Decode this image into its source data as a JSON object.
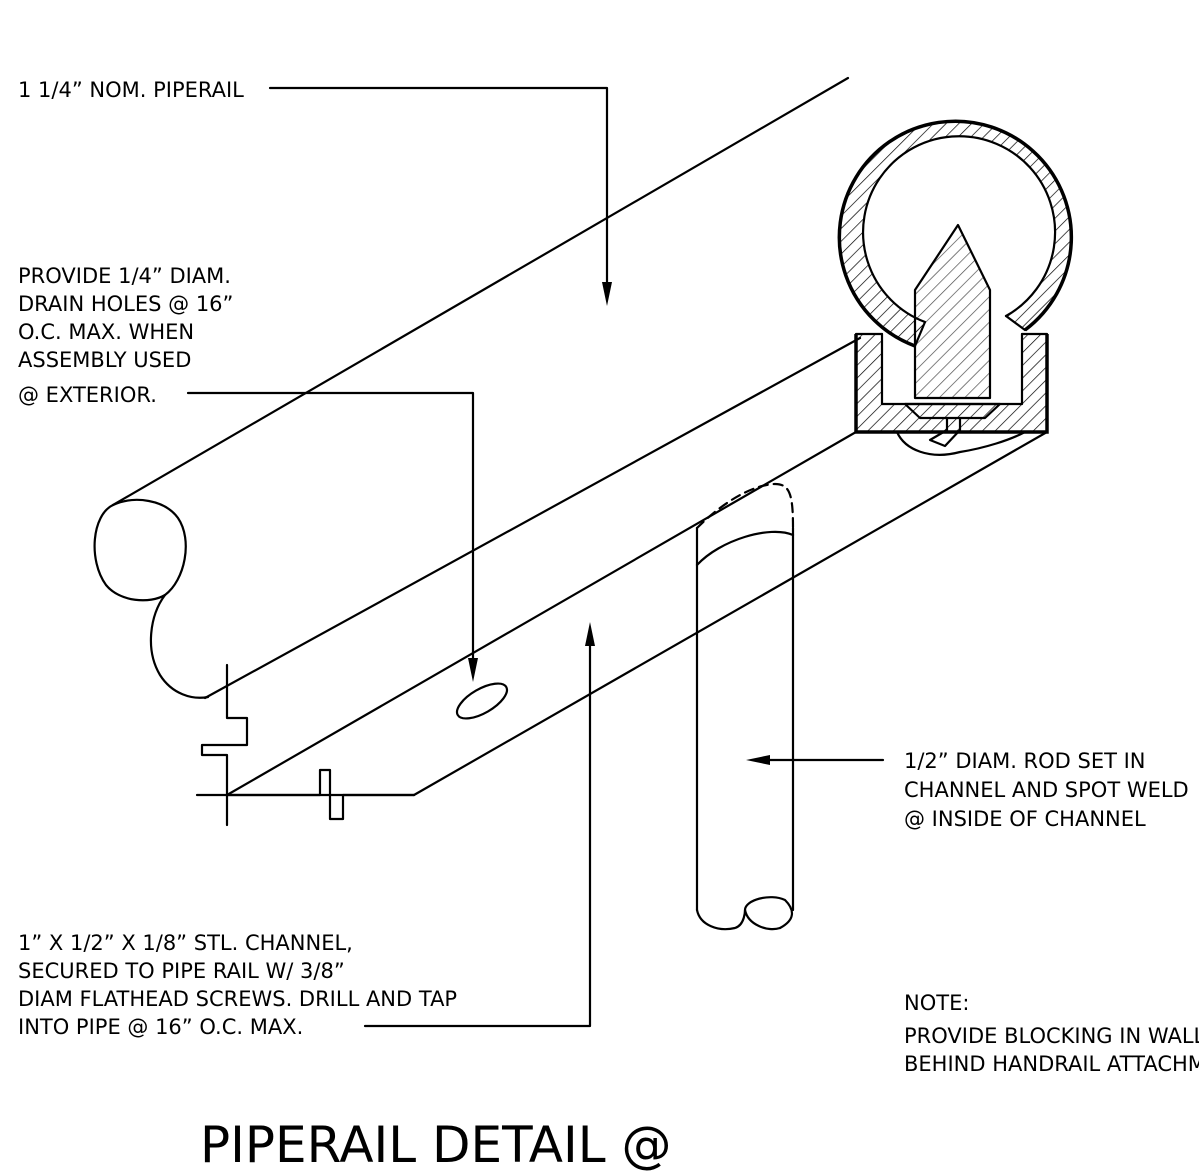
{
  "drawing": {
    "title": "PIPERAIL DETAIL @",
    "callouts": {
      "piperail": "1 1/4” NOM. PIPERAIL",
      "drain": [
        "PROVIDE 1/4” DIAM.",
        "DRAIN HOLES @ 16”",
        "O.C. MAX. WHEN",
        "ASSEMBLY USED",
        "@ EXTERIOR."
      ],
      "rod": [
        "1/2” DIAM. ROD SET IN",
        "CHANNEL AND SPOT WELD",
        "@ INSIDE OF CHANNEL"
      ],
      "channel": [
        "1” X 1/2” X 1/8” STL. CHANNEL,",
        "SECURED TO PIPE RAIL W/ 3/8”",
        "DIAM FLATHEAD SCREWS. DRILL AND TAP",
        "INTO PIPE @ 16” O.C. MAX."
      ],
      "note": [
        "NOTE:",
        "PROVIDE BLOCKING IN WALL",
        "BEHIND HANDRAIL ATTACHMENT"
      ]
    }
  }
}
